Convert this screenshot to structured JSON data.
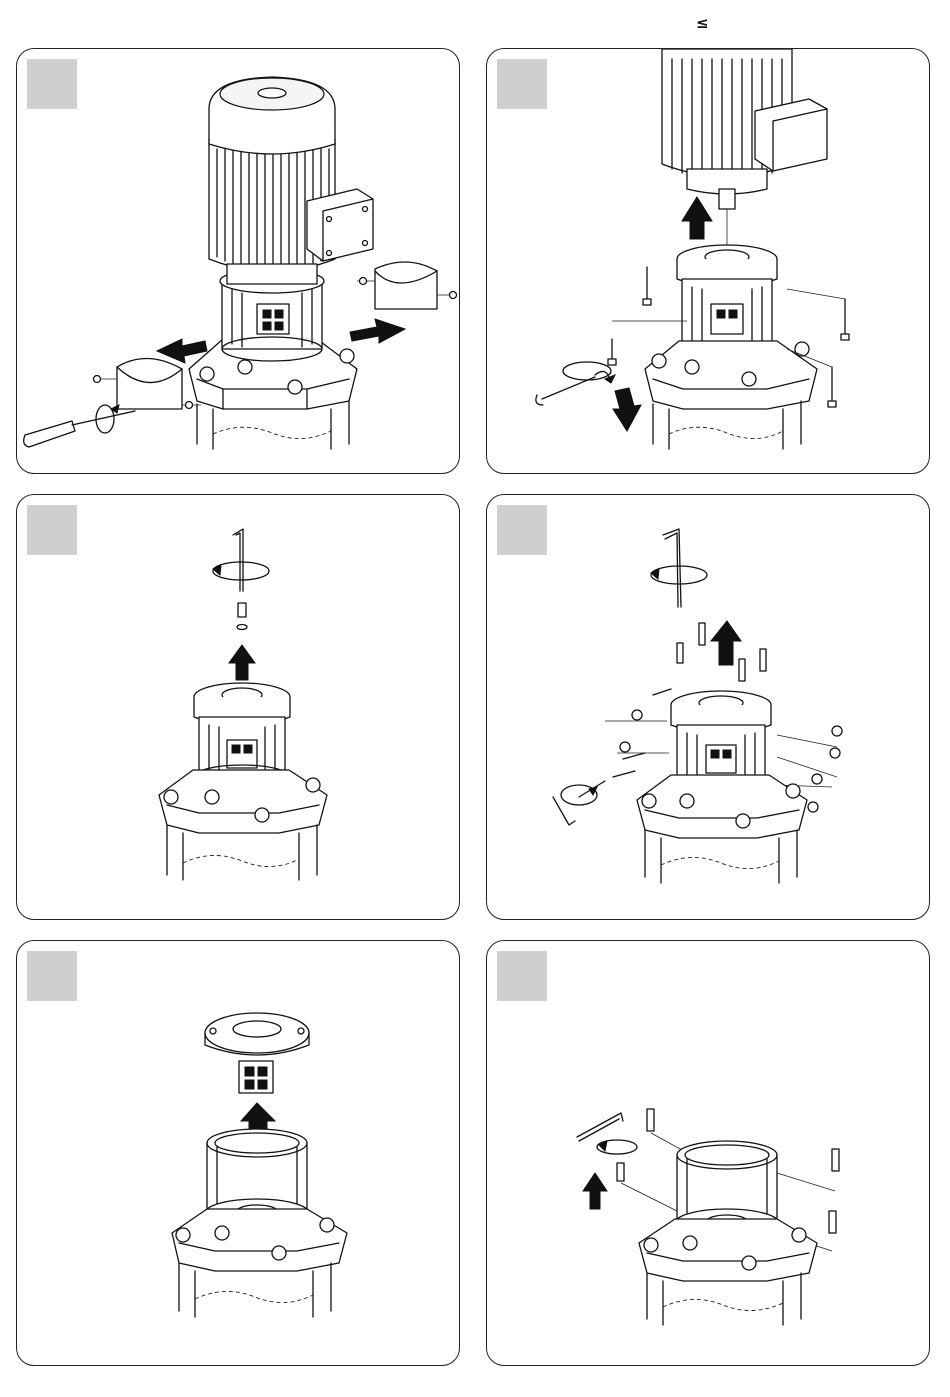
{
  "header": {
    "mark": "≤"
  },
  "panels": [
    {
      "id": "p1",
      "step": ""
    },
    {
      "id": "p2",
      "step": ""
    },
    {
      "id": "p3",
      "step": ""
    },
    {
      "id": "p4",
      "step": ""
    },
    {
      "id": "p5",
      "step": ""
    },
    {
      "id": "p6",
      "step": ""
    }
  ],
  "colors": {
    "outline": "#111111",
    "step_tab": "#cfcfcf",
    "background": "#ffffff"
  },
  "icons": [
    "motor-icon",
    "pump-base-icon",
    "screwdriver-icon",
    "hex-key-icon",
    "wrench-icon",
    "lift-arrow-icon",
    "rotate-arrow-icon",
    "bolt-icon"
  ]
}
